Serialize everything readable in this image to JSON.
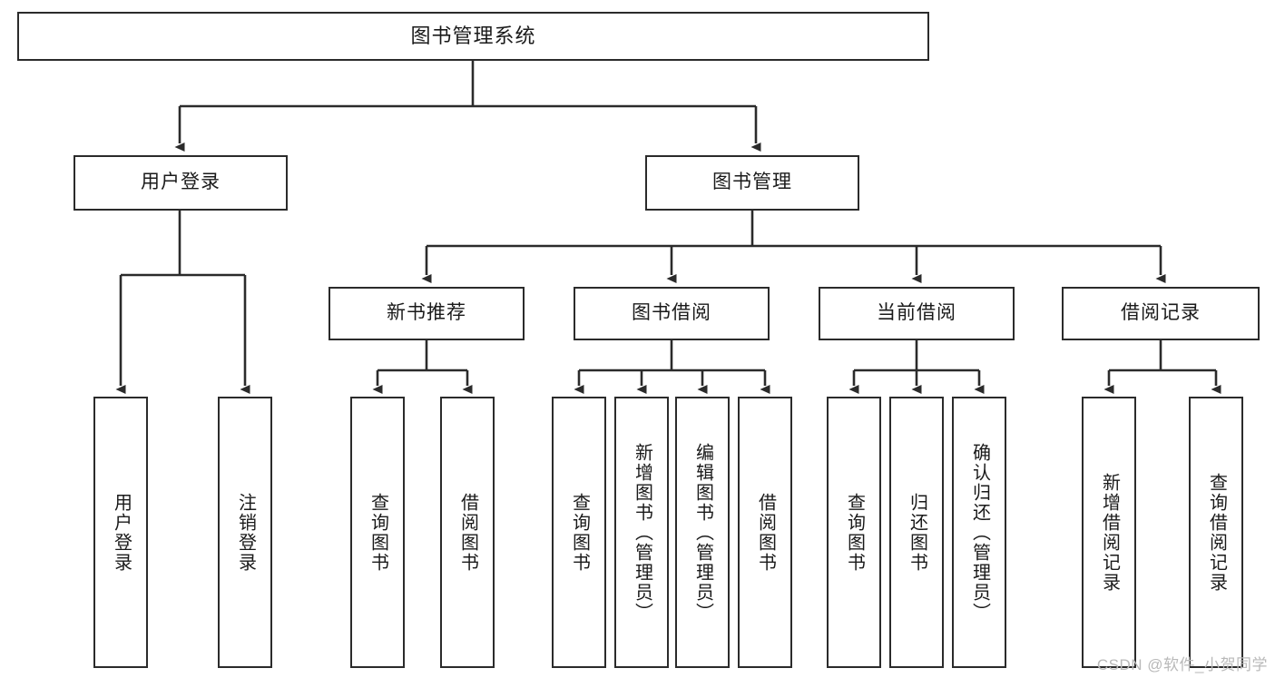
{
  "diagram": {
    "type": "tree-hierarchy-chart",
    "title": "图书管理系统",
    "orientation": "top-down",
    "box_border_color": "#2b2b2b",
    "box_fill_color": "#ffffff",
    "connector_color": "#2b2b2b",
    "background_color": "#ffffff"
  },
  "nodes": {
    "root": {
      "label": "图书管理系统",
      "level": 0
    },
    "level1": [
      {
        "id": "user-login",
        "label": "用户登录",
        "level": 1
      },
      {
        "id": "book-manage",
        "label": "图书管理",
        "level": 1
      }
    ],
    "level2": [
      {
        "id": "new-book-recommend",
        "label": "新书推荐",
        "parent": "book-manage",
        "level": 2
      },
      {
        "id": "book-borrow",
        "label": "图书借阅",
        "parent": "book-manage",
        "level": 2
      },
      {
        "id": "current-borrow",
        "label": "当前借阅",
        "parent": "book-manage",
        "level": 2
      },
      {
        "id": "borrow-record",
        "label": "借阅记录",
        "parent": "book-manage",
        "level": 2
      }
    ],
    "leaves": [
      {
        "id": "leaf-user-login",
        "label": "用户登录",
        "parent": "user-login"
      },
      {
        "id": "leaf-user-logout",
        "label": "注销登录",
        "parent": "user-login"
      },
      {
        "id": "leaf-query-book-1",
        "label": "查询图书",
        "parent": "new-book-recommend"
      },
      {
        "id": "leaf-borrow-book-1",
        "label": "借阅图书",
        "parent": "new-book-recommend"
      },
      {
        "id": "leaf-query-book-2",
        "label": "查询图书",
        "parent": "book-borrow"
      },
      {
        "id": "leaf-add-book",
        "label": "新增图书（管理员）",
        "parent": "book-borrow"
      },
      {
        "id": "leaf-edit-book",
        "label": "编辑图书（管理员）",
        "parent": "book-borrow"
      },
      {
        "id": "leaf-borrow-book-2",
        "label": "借阅图书",
        "parent": "book-borrow"
      },
      {
        "id": "leaf-query-book-3",
        "label": "查询图书",
        "parent": "current-borrow"
      },
      {
        "id": "leaf-return-book",
        "label": "归还图书",
        "parent": "current-borrow"
      },
      {
        "id": "leaf-confirm-return",
        "label": "确认归还（管理员）",
        "parent": "current-borrow"
      },
      {
        "id": "leaf-add-record",
        "label": "新增借阅记录",
        "parent": "borrow-record"
      },
      {
        "id": "leaf-query-record",
        "label": "查询借阅记录",
        "parent": "borrow-record"
      }
    ]
  },
  "watermark": {
    "text": "CSDN @软件_小贺同学"
  }
}
